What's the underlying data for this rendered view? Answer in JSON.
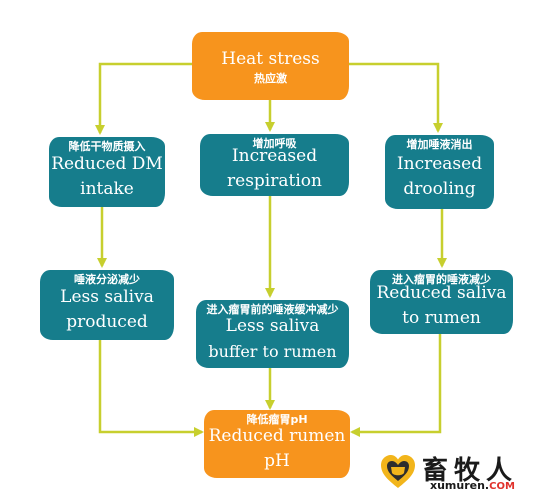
{
  "colors": {
    "orange": "#F7941D",
    "teal": "#167D8C",
    "arrow": "#C7CF2E"
  },
  "nodes": {
    "heat": {
      "en": "Heat stress",
      "cn": "热应激"
    },
    "dm": {
      "cn": "降低干物质摄入",
      "en1": "Reduced DM",
      "en2": "intake"
    },
    "resp": {
      "cn": "增加呼吸",
      "en1": "Increased",
      "en2": "respiration"
    },
    "drool": {
      "cn": "增加唾液消出",
      "en1": "Increased",
      "en2": "drooling"
    },
    "less_saliva": {
      "cn": "唾液分泌减少",
      "en1": "Less saliva",
      "en2": "produced"
    },
    "buffer": {
      "cn": "进入瘤胃前的唾液缓冲减少",
      "en1": "Less saliva",
      "en2": "buffer to rumen"
    },
    "reduced_saliva": {
      "cn": "进入瘤胃的唾液减少",
      "en1": "Reduced saliva",
      "en2": "to rumen"
    },
    "ph": {
      "cn": "降低瘤胃pH",
      "en1": "Reduced rumen",
      "en2": "pH"
    }
  },
  "logo": {
    "name": "畜牧人",
    "url_main": "xumuren.",
    "url_domain": "COM",
    "icon": "heart-cup-logo-icon"
  }
}
